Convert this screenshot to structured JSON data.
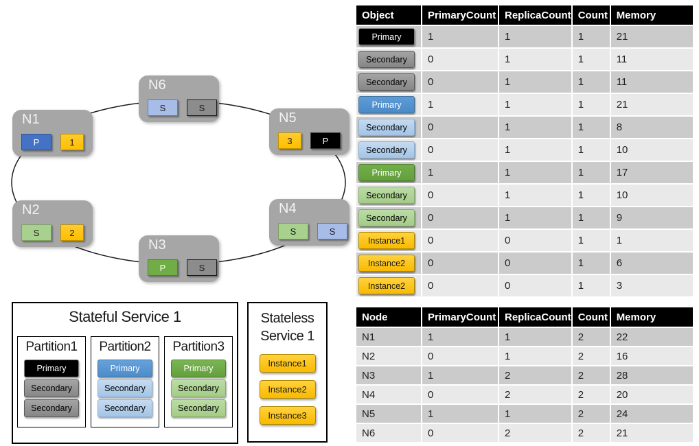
{
  "diagram": {
    "nodes": [
      {
        "id": "N1",
        "label": "N1",
        "chips": [
          {
            "text": "P",
            "style": "primary-blue"
          },
          {
            "text": "1",
            "style": "gold"
          }
        ]
      },
      {
        "id": "N2",
        "label": "N2",
        "chips": [
          {
            "text": "S",
            "style": "secondary-green"
          },
          {
            "text": "2",
            "style": "gold"
          }
        ]
      },
      {
        "id": "N3",
        "label": "N3",
        "chips": [
          {
            "text": "P",
            "style": "primary-green"
          },
          {
            "text": "S",
            "style": "secondary-gray"
          }
        ]
      },
      {
        "id": "N4",
        "label": "N4",
        "chips": [
          {
            "text": "S",
            "style": "secondary-green"
          },
          {
            "text": "S",
            "style": "secondary-blue"
          }
        ]
      },
      {
        "id": "N5",
        "label": "N5",
        "chips": [
          {
            "text": "3",
            "style": "gold"
          },
          {
            "text": "P",
            "style": "primary-black"
          }
        ]
      },
      {
        "id": "N6",
        "label": "N6",
        "chips": [
          {
            "text": "S",
            "style": "secondary-blue"
          },
          {
            "text": "S",
            "style": "secondary-gray"
          }
        ]
      }
    ]
  },
  "stateful_service": {
    "title": "Stateful Service 1",
    "partitions": [
      {
        "title": "Partition1",
        "replicas": [
          {
            "label": "Primary",
            "style": "black"
          },
          {
            "label": "Secondary",
            "style": "gray"
          },
          {
            "label": "Secondary",
            "style": "gray"
          }
        ]
      },
      {
        "title": "Partition2",
        "replicas": [
          {
            "label": "Primary",
            "style": "blue"
          },
          {
            "label": "Secondary",
            "style": "light-blue"
          },
          {
            "label": "Secondary",
            "style": "light-blue"
          }
        ]
      },
      {
        "title": "Partition3",
        "replicas": [
          {
            "label": "Primary",
            "style": "green"
          },
          {
            "label": "Secondary",
            "style": "light-green"
          },
          {
            "label": "Secondary",
            "style": "light-green"
          }
        ]
      }
    ]
  },
  "stateless_service": {
    "title": "Stateless Service 1",
    "instances": [
      {
        "label": "Instance1",
        "style": "gold"
      },
      {
        "label": "Instance2",
        "style": "gold"
      },
      {
        "label": "Instance3",
        "style": "gold"
      }
    ]
  },
  "object_table": {
    "headers": [
      "Object",
      "PrimaryCount",
      "ReplicaCount",
      "Count",
      "Memory"
    ],
    "rows": [
      {
        "object": "Primary",
        "style": "black",
        "primary_count": "1",
        "replica_count": "1",
        "count": "1",
        "memory": "21"
      },
      {
        "object": "Secondary",
        "style": "gray",
        "primary_count": "0",
        "replica_count": "1",
        "count": "1",
        "memory": "11"
      },
      {
        "object": "Secondary",
        "style": "gray",
        "primary_count": "0",
        "replica_count": "1",
        "count": "1",
        "memory": "11"
      },
      {
        "object": "Primary",
        "style": "blue",
        "primary_count": "1",
        "replica_count": "1",
        "count": "1",
        "memory": "21"
      },
      {
        "object": "Secondary",
        "style": "light-blue",
        "primary_count": "0",
        "replica_count": "1",
        "count": "1",
        "memory": "8"
      },
      {
        "object": "Secondary",
        "style": "light-blue",
        "primary_count": "0",
        "replica_count": "1",
        "count": "1",
        "memory": "10"
      },
      {
        "object": "Primary",
        "style": "green",
        "primary_count": "1",
        "replica_count": "1",
        "count": "1",
        "memory": "17"
      },
      {
        "object": "Secondary",
        "style": "light-green",
        "primary_count": "0",
        "replica_count": "1",
        "count": "1",
        "memory": "10"
      },
      {
        "object": "Secondary",
        "style": "light-green",
        "primary_count": "0",
        "replica_count": "1",
        "count": "1",
        "memory": "9"
      },
      {
        "object": "Instance1",
        "style": "gold",
        "primary_count": "0",
        "replica_count": "0",
        "count": "1",
        "memory": "1"
      },
      {
        "object": "Instance2",
        "style": "gold",
        "primary_count": "0",
        "replica_count": "0",
        "count": "1",
        "memory": "6"
      },
      {
        "object": "Instance2",
        "style": "gold",
        "primary_count": "0",
        "replica_count": "0",
        "count": "1",
        "memory": "3"
      }
    ]
  },
  "node_table": {
    "headers": [
      "Node",
      "PrimaryCount",
      "ReplicaCount",
      "Count",
      "Memory"
    ],
    "rows": [
      {
        "node": "N1",
        "primary_count": "1",
        "replica_count": "1",
        "count": "2",
        "memory": "22"
      },
      {
        "node": "N2",
        "primary_count": "0",
        "replica_count": "1",
        "count": "2",
        "memory": "16"
      },
      {
        "node": "N3",
        "primary_count": "1",
        "replica_count": "2",
        "count": "2",
        "memory": "28"
      },
      {
        "node": "N4",
        "primary_count": "0",
        "replica_count": "2",
        "count": "2",
        "memory": "20"
      },
      {
        "node": "N5",
        "primary_count": "1",
        "replica_count": "1",
        "count": "2",
        "memory": "24"
      },
      {
        "node": "N6",
        "primary_count": "0",
        "replica_count": "2",
        "count": "2",
        "memory": "21"
      }
    ]
  },
  "colors": {
    "node_fill": "#a6a6a6",
    "primary_blue": "#4472c4",
    "primary_green": "#70ad47",
    "primary_black": "#000000",
    "secondary_blue": "#a8bce8",
    "secondary_green": "#a9d18e",
    "secondary_gray": "#8c8c8c",
    "instance_gold": "#ffc000",
    "table_header_bg": "#000000",
    "table_band_dark": "#cbcbcb",
    "table_band_light": "#e9e9e9"
  }
}
